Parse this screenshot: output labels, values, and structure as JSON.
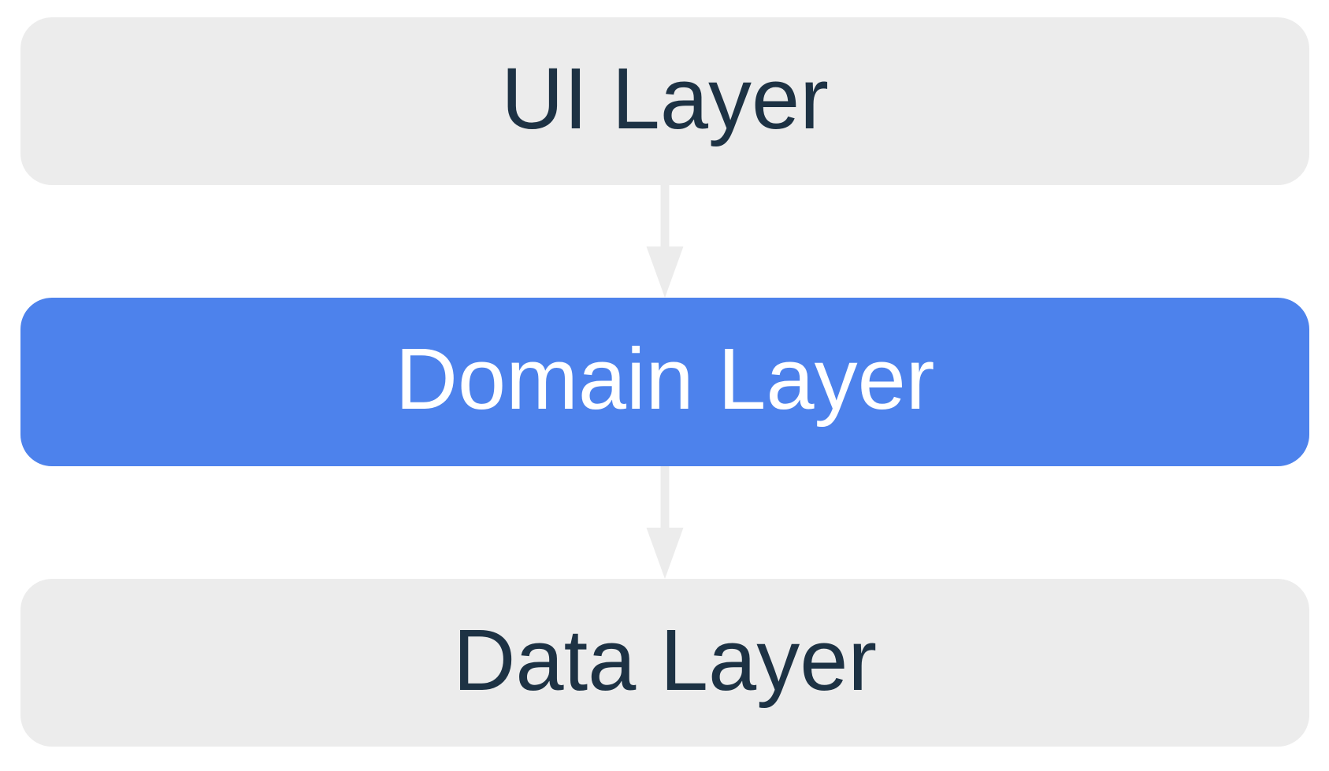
{
  "diagram": {
    "type": "layered-architecture-flow",
    "background_color": "#FFFFFF",
    "colors": {
      "box_gray": "#ECECEC",
      "box_blue_accent": "#4D82EC",
      "text_dark": "#1D3244",
      "text_light": "#FFFFFF",
      "arrow_gray": "#ECECEC"
    },
    "boxes": [
      {
        "id": "ui-layer",
        "label": "UI Layer",
        "bg": "#ECECEC",
        "text_color": "#1D3244",
        "highlighted": false
      },
      {
        "id": "domain-layer",
        "label": "Domain Layer",
        "bg": "#4D82EC",
        "text_color": "#FFFFFF",
        "highlighted": true
      },
      {
        "id": "data-layer",
        "label": "Data Layer",
        "bg": "#ECECEC",
        "text_color": "#1D3244",
        "highlighted": false
      }
    ],
    "arrows": [
      {
        "from": "ui-layer",
        "to": "domain-layer",
        "direction": "down",
        "color": "#ECECEC"
      },
      {
        "from": "domain-layer",
        "to": "data-layer",
        "direction": "down",
        "color": "#ECECEC"
      }
    ]
  }
}
